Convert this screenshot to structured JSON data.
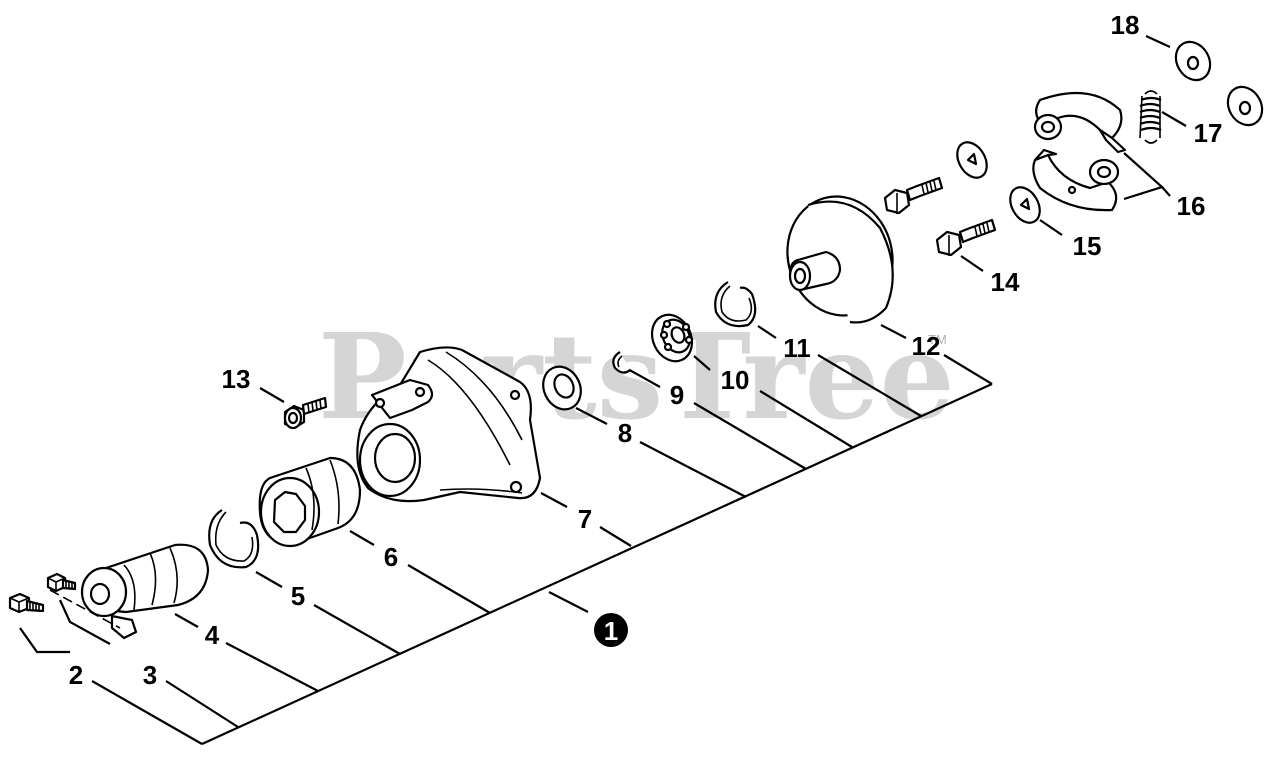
{
  "diagram": {
    "watermark": "PartsTree",
    "trademark": "TM",
    "assembly_marker": "1",
    "callouts": {
      "c2": "2",
      "c3": "3",
      "c4": "4",
      "c5": "5",
      "c6": "6",
      "c7": "7",
      "c8": "8",
      "c9": "9",
      "c10": "10",
      "c11": "11",
      "c12": "12",
      "c13": "13",
      "c14": "14",
      "c15": "15",
      "c16": "16",
      "c17": "17",
      "c18": "18"
    }
  }
}
